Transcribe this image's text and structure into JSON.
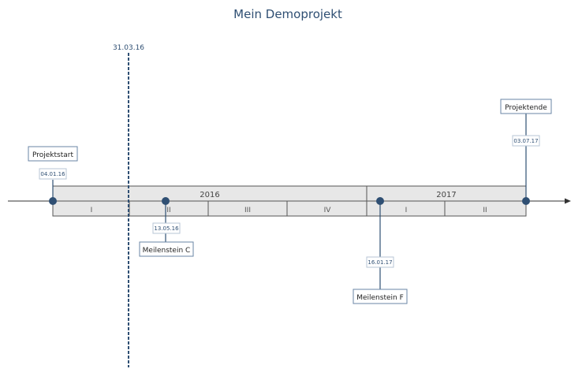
{
  "title": "Mein Demoprojekt",
  "today": {
    "label": "31.03.16"
  },
  "years": [
    {
      "label": "2016"
    },
    {
      "label": "2017"
    }
  ],
  "quarters": [
    {
      "label": "I"
    },
    {
      "label": "II"
    },
    {
      "label": "III"
    },
    {
      "label": "IV"
    },
    {
      "label": "I"
    },
    {
      "label": "II"
    }
  ],
  "milestones": [
    {
      "name": "Projektstart",
      "date": "04.01.16"
    },
    {
      "name": "Meilenstein C",
      "date": "13.05.16"
    },
    {
      "name": "Meilenstein F",
      "date": "16.01.17"
    },
    {
      "name": "Projektende",
      "date": "03.07.17"
    }
  ],
  "colors": {
    "accent": "#2f4f73",
    "bar_fill": "#e7e7e7",
    "bar_stroke": "#555555"
  }
}
